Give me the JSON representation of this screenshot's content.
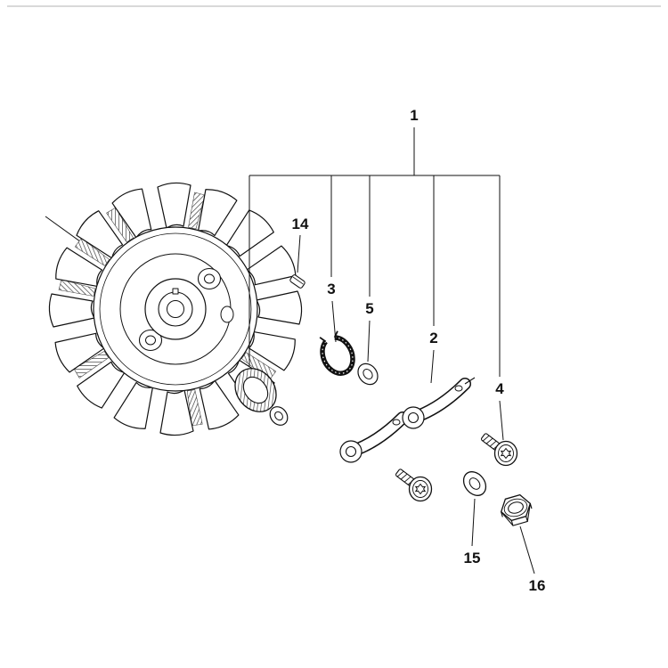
{
  "page": {
    "background": "#ffffff",
    "line_color": "#111111",
    "top_rule_color": "#d9d9d9"
  },
  "callouts": {
    "item1": "1",
    "item2": "2",
    "item3": "3",
    "item4": "4",
    "item5": "5",
    "item14": "14",
    "item15": "15",
    "item16": "16"
  }
}
